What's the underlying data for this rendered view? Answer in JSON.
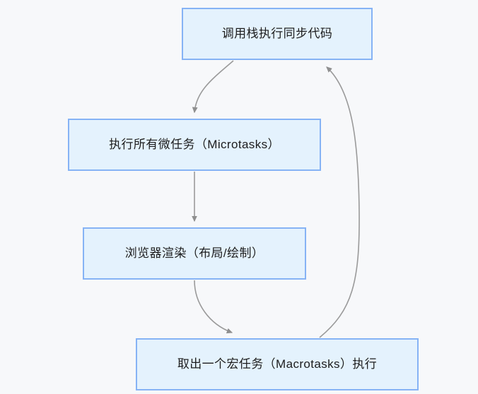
{
  "diagram": {
    "type": "flowchart",
    "background_color": "#f7f8fa",
    "node_fill_color": "#e4f2fd",
    "node_border_color": "#86b3f5",
    "edge_color": "#999999",
    "nodes": [
      {
        "id": "sync-call-stack",
        "label": "调用栈执行同步代码"
      },
      {
        "id": "microtasks",
        "label": "执行所有微任务（Microtasks）"
      },
      {
        "id": "browser-render",
        "label": "浏览器渲染（布局/绘制）"
      },
      {
        "id": "macrotask",
        "label": "取出一个宏任务（Macrotasks）执行"
      }
    ],
    "edges": [
      {
        "id": "edge-stack-to-microtasks",
        "from": "sync-call-stack",
        "to": "microtasks"
      },
      {
        "id": "edge-microtasks-to-render",
        "from": "microtasks",
        "to": "browser-render"
      },
      {
        "id": "edge-render-to-macrotask",
        "from": "browser-render",
        "to": "macrotask"
      },
      {
        "id": "edge-macrotask-to-stack",
        "from": "macrotask",
        "to": "sync-call-stack"
      }
    ]
  }
}
